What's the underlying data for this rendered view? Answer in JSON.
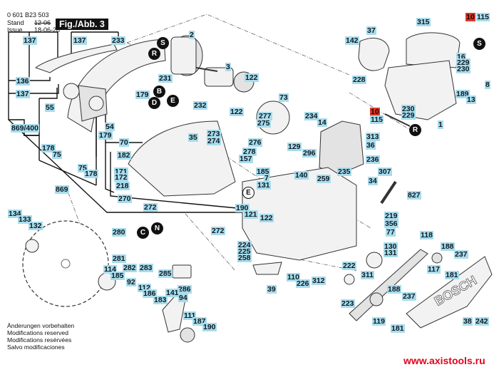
{
  "header": {
    "part_number": "0 601 B23 503",
    "stand_label": "Stand",
    "stand_value": "12-06",
    "issue_label": "Issue",
    "issue_value": "18-06-28",
    "figure_title": "Fig./Abb. 3"
  },
  "notes": [
    "Änderungen vorbehalten",
    "Modifications reserved",
    "Modifications resérvées",
    "Salvo modificaciones"
  ],
  "website": "www.axistools.ru",
  "brand_on_cover": "BOSCH",
  "colors": {
    "label_bg": "#a8dcec",
    "highlight_bg": "#d83a2a",
    "website": "#e3001b"
  },
  "callouts": [
    {
      "id": "S",
      "style": "filled"
    },
    {
      "id": "R",
      "style": "filled"
    },
    {
      "id": "B",
      "style": "filled"
    },
    {
      "id": "D",
      "style": "filled"
    },
    {
      "id": "E",
      "style": "filled"
    },
    {
      "id": "E",
      "style": "open"
    },
    {
      "id": "C",
      "style": "filled"
    },
    {
      "id": "N",
      "style": "filled"
    },
    {
      "id": "S",
      "style": "filled"
    },
    {
      "id": "R",
      "style": "filled"
    }
  ],
  "labels": {
    "l137a": "137",
    "l137b": "137",
    "l233": "233",
    "l136": "136",
    "l137c": "137",
    "l55": "55",
    "l869_400": "869/400",
    "l178a": "178",
    "l75a": "75",
    "l75b": "75",
    "l178b": "178",
    "l869": "869",
    "l54": "54",
    "l179a": "179",
    "l179b": "179",
    "l70": "70",
    "l182": "182",
    "l171": "171",
    "l172": "172",
    "l218": "218",
    "l270": "270",
    "l272a": "272",
    "l272b": "272",
    "l2": "2",
    "l231": "231",
    "l232": "232",
    "l3": "3",
    "l122a": "122",
    "l122b": "122",
    "l277": "277",
    "l275": "275",
    "l273": "273",
    "l274": "274",
    "l276": "276",
    "l278": "278",
    "l157": "157",
    "l35": "35",
    "l73": "73",
    "l234": "234",
    "l14": "14",
    "l129": "129",
    "l296": "296",
    "l185a": "185",
    "l7": "7",
    "l140": "140",
    "l259": "259",
    "l131a": "131",
    "l36": "36",
    "l313": "313",
    "l236": "236",
    "l235": "235",
    "l307": "307",
    "l34": "34",
    "l142": "142",
    "l37": "37",
    "l315": "315",
    "l10a": "10",
    "l115a": "115",
    "l16": "16",
    "l229a": "229",
    "l230a": "230",
    "l8": "8",
    "l228": "228",
    "l230b": "230",
    "l229b": "229",
    "l10b": "10",
    "l115b": "115",
    "l189": "189",
    "l13": "13",
    "l1": "1",
    "l827": "827",
    "l219": "219",
    "l356": "356",
    "l77": "77",
    "l118": "118",
    "l130": "130",
    "l131b": "131",
    "l188a": "188",
    "l237a": "237",
    "l117": "117",
    "l181a": "181",
    "l222": "222",
    "l311": "311",
    "l223": "223",
    "l188b": "188",
    "l237b": "237",
    "l119": "119",
    "l181b": "181",
    "l38": "38",
    "l242": "242",
    "l190a": "190",
    "l121": "121",
    "l122c": "122",
    "l224": "224",
    "l225": "225",
    "l258": "258",
    "l110": "110",
    "l226": "226",
    "l312": "312",
    "l39": "39",
    "l134": "134",
    "l133": "133",
    "l132": "132",
    "l280": "280",
    "l281": "281",
    "l282": "282",
    "l283": "283",
    "l285": "285",
    "l286": "286",
    "l114": "114",
    "l185b": "185",
    "l92": "92",
    "l112": "112",
    "l186": "186",
    "l183": "183",
    "l141": "141",
    "l94": "94",
    "l111": "111",
    "l187": "187",
    "l190b": "190"
  }
}
